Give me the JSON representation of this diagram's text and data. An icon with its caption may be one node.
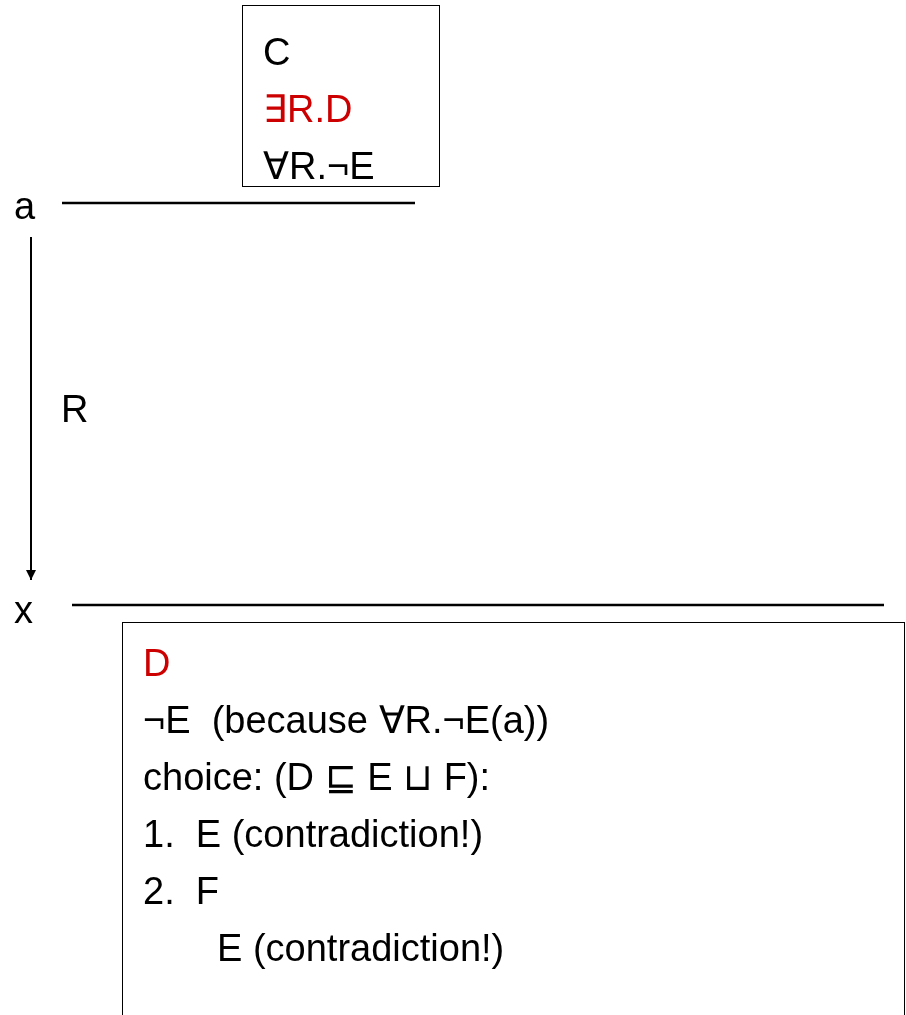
{
  "diagram": {
    "nodes": [
      {
        "text": [
          "a"
        ]
      },
      {
        "text": [
          "C",
          "∃R.D",
          "∀R.¬E"
        ]
      },
      {
        "text": [
          "x"
        ]
      },
      {
        "text": [
          "D",
          "¬E  (because ∀R.¬E(a))",
          "choice: (D ⊑ E ⊔ F):",
          "1.  E (contradiction!)",
          "2.  F",
          "E (contradiction!)"
        ]
      }
    ],
    "edges": [
      {
        "from": 0,
        "to": 2,
        "arrow": "to",
        "label": "R"
      }
    ]
  }
}
